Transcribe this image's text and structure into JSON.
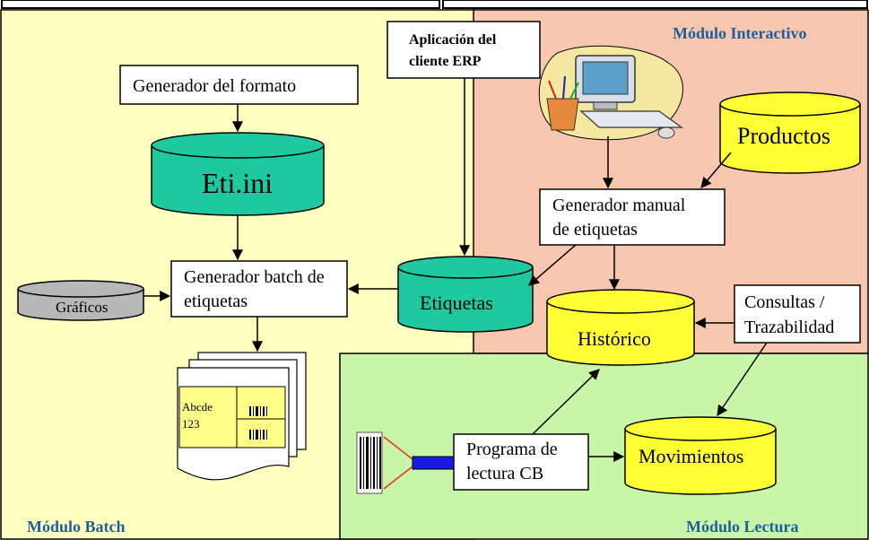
{
  "modules": {
    "batch": "Módulo Batch",
    "interactive": "Módulo Interactivo",
    "lectura": "Módulo Lectura"
  },
  "boxes": {
    "format_generator": "Generador del formato",
    "erp_line1": "Aplicación del",
    "erp_line2": "cliente ERP",
    "batch_gen_line1": "Generador batch de",
    "batch_gen_line2": "etiquetas",
    "manual_gen_line1": "Generador manual",
    "manual_gen_line2": "de etiquetas",
    "queries_line1": "Consultas /",
    "queries_line2": "Trazabilidad",
    "reader_line1": "Programa de",
    "reader_line2": "lectura CB"
  },
  "databases": {
    "eti_ini": "Eti.ini",
    "graficos": "Gráficos",
    "etiquetas": "Etiquetas",
    "productos": "Productos",
    "historico": "Histórico",
    "movimientos": "Movimientos"
  },
  "label_sample": {
    "line1": "Abcde",
    "line2": "123"
  },
  "colors": {
    "batch_bg": "#ffffc0",
    "interactive_bg": "#f9c6b0",
    "lectura_bg": "#c8f5a8",
    "teal_db": "#1fc9a0",
    "yellow_db": "#ffff33",
    "grey_db": "#b8b8b8",
    "module_title": "#1f5f99"
  }
}
